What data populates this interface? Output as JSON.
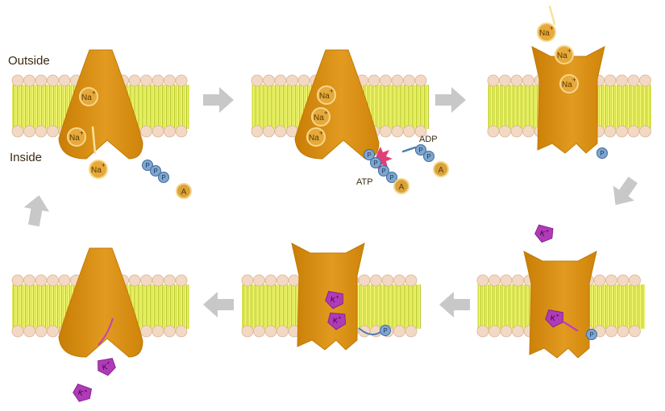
{
  "labels": {
    "outside": "Outside",
    "inside": "Inside",
    "atp": "ATP",
    "adp": "ADP"
  },
  "ions": {
    "sodium": "Na",
    "potassium": "K",
    "plus": "+",
    "phosphate": "P",
    "adenosine": "A"
  },
  "colors": {
    "protein": "#d98e10",
    "membrane_tails": "#e8f060",
    "membrane_heads": "#f3d9c4",
    "phosphate": "#7fa6d0",
    "potassium": "#b03ab8",
    "sodium": "#e6a93a",
    "arrow": "#c8c8c8"
  }
}
